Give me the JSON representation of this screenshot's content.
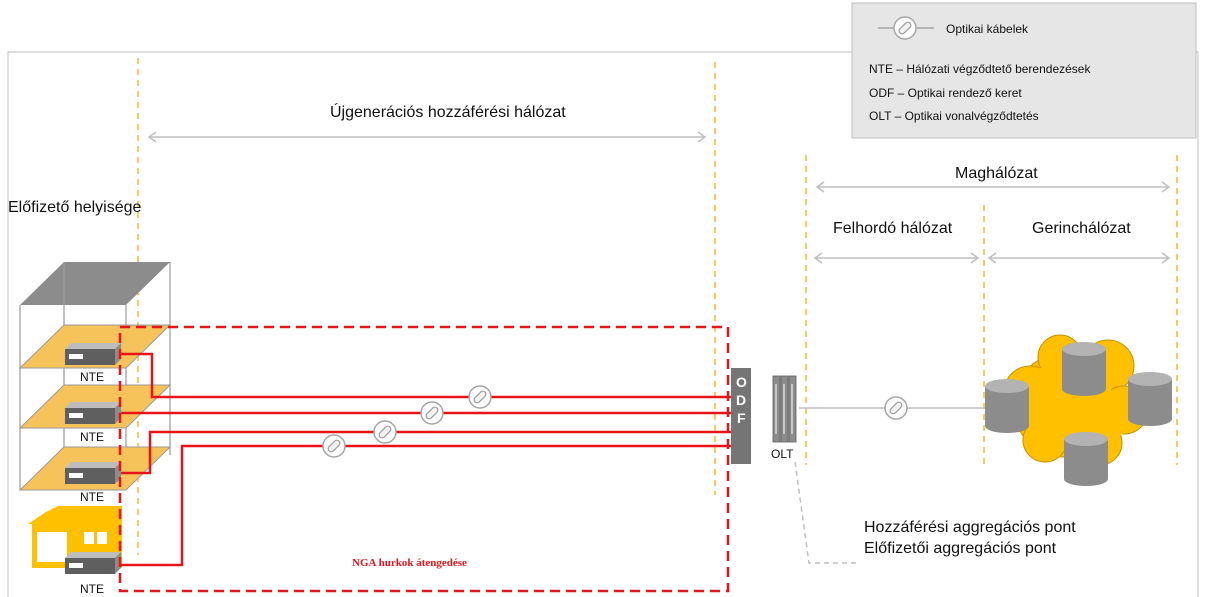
{
  "legend": {
    "cable_label": "Optikai kábelek",
    "nte": "NTE – Hálózati végződtető berendezések",
    "odf": "ODF – Optikai rendező keret",
    "olt": "OLT – Optikai vonalvégződtetés"
  },
  "labels": {
    "nga_network": "Újgenerációs hozzáférési hálózat",
    "subscriber_premises": "Előfizető helyisége",
    "core_network": "Maghálózat",
    "backhaul": "Felhordó hálózat",
    "backbone": "Gerinchálózat",
    "access_aggregation": "Hozzáférési aggregációs pont",
    "subscriber_aggregation": "Előfizetői aggregációs pont",
    "nga_unbundling": "NGA hurkok átengedése",
    "olt": "OLT",
    "odf_letters": [
      "O",
      "D",
      "F"
    ],
    "nte": [
      "NTE",
      "NTE",
      "NTE",
      "NTE"
    ]
  },
  "colors": {
    "fiber": "#e8141a",
    "floor": "#f5c35a",
    "cloud": "#ffc000",
    "guide": "#f5b82e",
    "device": "#757575",
    "legend_bg": "#e6e6e6"
  }
}
